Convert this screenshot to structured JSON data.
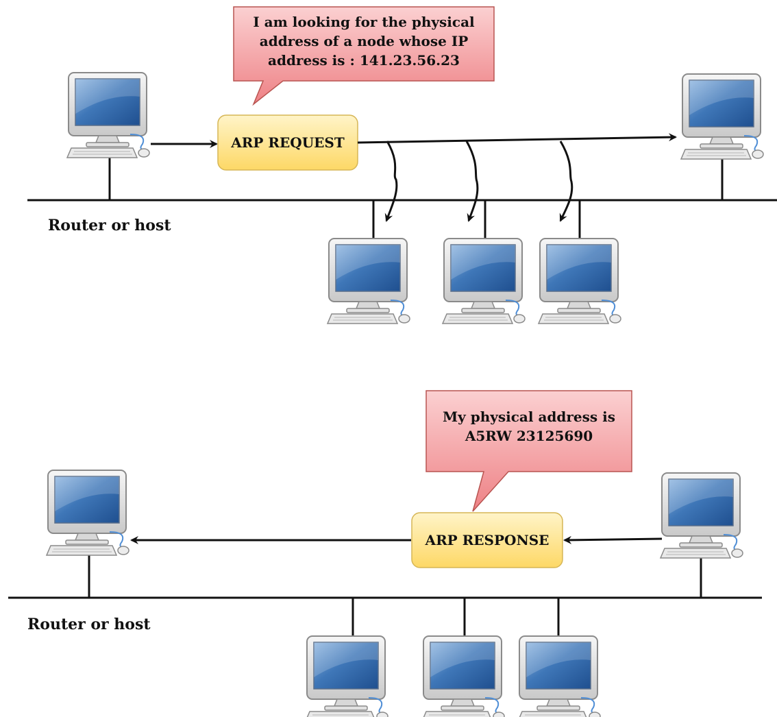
{
  "request": {
    "callout_lines": [
      "I am looking for the physical",
      "address of a node whose IP",
      "address is : 141.23.56.23"
    ],
    "box_label": "ARP REQUEST",
    "network_label": "Router or host"
  },
  "response": {
    "callout_lines": [
      "My physical address is",
      "A5RW 23125690"
    ],
    "box_label": "ARP RESPONSE",
    "network_label": "Router or host"
  },
  "icons": {
    "computer": "desktop-computer-icon"
  },
  "colors": {
    "callout_fill": "#f08a8e",
    "callout_fill_top": "#fbd0d1",
    "callout_stroke": "#b85450",
    "box_fill": "#fde27a",
    "box_fill_top": "#fff3c4",
    "box_stroke": "#d6b656",
    "line": "#111111"
  }
}
